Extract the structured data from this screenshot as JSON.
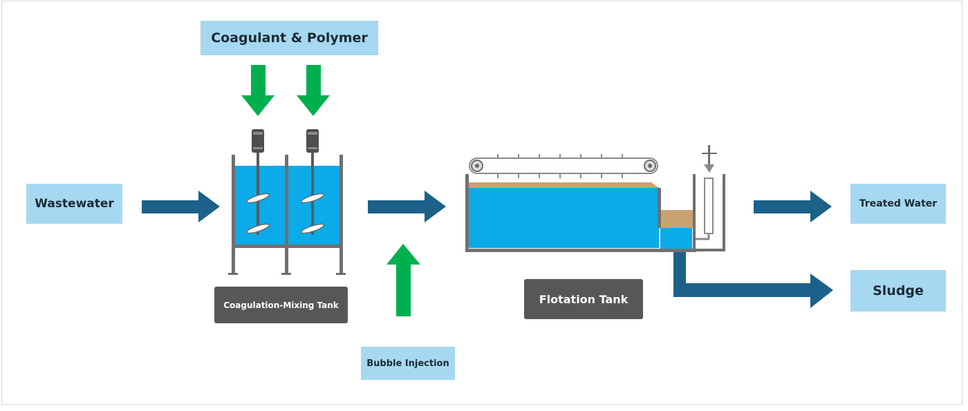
{
  "labels": {
    "coagulant": "Coagulant & Polymer",
    "wastewater": "Wastewater",
    "mixing_tank": "Coagulation-Mixing Tank",
    "bubble": "Bubble Injection",
    "flotation": "Flotation Tank",
    "treated": "Treated Water",
    "sludge": "Sludge"
  },
  "colors": {
    "label_bg": "#a6d8f2",
    "dark_label_bg": "#575757",
    "flow_arrow": "#1b6189",
    "chemical_arrow": "#00b04f",
    "water": "#0aabe8",
    "sludge_layer": "#c9a274",
    "tank_wall": "#666666"
  }
}
